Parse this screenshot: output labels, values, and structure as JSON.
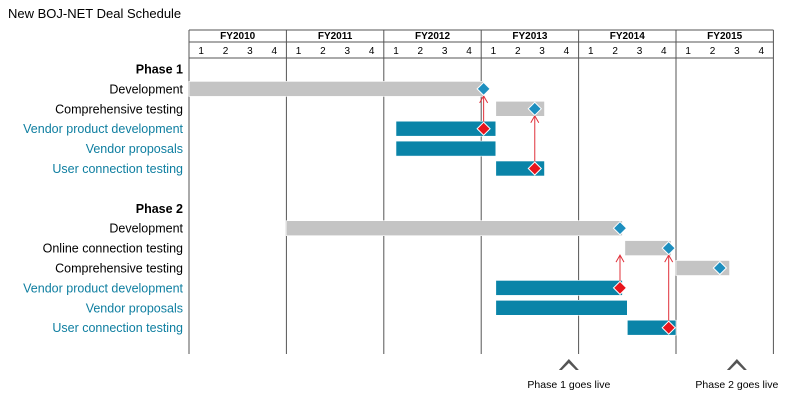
{
  "title": "New BOJ-NET Deal Schedule",
  "colors": {
    "title": "#1a1a8c",
    "phase_text": "#000000",
    "task_black": "#000000",
    "task_teal": "#0e7ea0",
    "bar_gray": "#c4c4c4",
    "bar_teal": "#0a84a8",
    "milestone_blue": "#1d8fbf",
    "milestone_red": "#e8141c",
    "arrow_red": "#e0303a",
    "grid": "#555555",
    "live_marker": "#555555"
  },
  "chart_data": {
    "type": "gantt",
    "title": "New BOJ-NET Deal Schedule",
    "fiscal_years": [
      "FY2010",
      "FY2011",
      "FY2012",
      "FY2013",
      "FY2014",
      "FY2015"
    ],
    "quarters": [
      "1",
      "2",
      "3",
      "4"
    ],
    "timeline_unit": "quarter index from FY2010 Q1 start",
    "timeline_range": [
      0,
      24
    ],
    "rows": [
      {
        "type": "phase",
        "label": "Phase 1"
      },
      {
        "type": "task",
        "label": "Development",
        "style": "black",
        "bar": "gray",
        "start": 0,
        "end": 12.1,
        "milestone": {
          "at": 12.1,
          "color": "blue"
        }
      },
      {
        "type": "task",
        "label": "Comprehensive testing",
        "style": "black",
        "bar": "gray",
        "start": 12.6,
        "end": 14.6,
        "milestone": {
          "at": 14.2,
          "color": "blue"
        }
      },
      {
        "type": "task",
        "label": "Vendor product development",
        "style": "teal",
        "bar": "teal",
        "start": 8.5,
        "end": 12.6,
        "milestone": {
          "at": 12.1,
          "color": "red"
        }
      },
      {
        "type": "task",
        "label": "Vendor proposals",
        "style": "teal",
        "bar": "teal",
        "start": 8.5,
        "end": 12.6
      },
      {
        "type": "task",
        "label": "User connection testing",
        "style": "teal",
        "bar": "teal",
        "start": 12.6,
        "end": 14.6,
        "milestone": {
          "at": 14.2,
          "color": "red"
        }
      },
      {
        "type": "spacer"
      },
      {
        "type": "phase",
        "label": "Phase 2"
      },
      {
        "type": "task",
        "label": "Development",
        "style": "black",
        "bar": "gray",
        "start": 4,
        "end": 17.8,
        "milestone": {
          "at": 17.7,
          "color": "blue"
        }
      },
      {
        "type": "task",
        "label": "Online connection testing",
        "style": "black",
        "bar": "gray",
        "start": 17.9,
        "end": 19.8,
        "milestone": {
          "at": 19.7,
          "color": "blue"
        }
      },
      {
        "type": "task",
        "label": "Comprehensive testing",
        "style": "black",
        "bar": "gray",
        "start": 20,
        "end": 22.2,
        "milestone": {
          "at": 21.8,
          "color": "blue"
        }
      },
      {
        "type": "task",
        "label": "Vendor product development",
        "style": "teal",
        "bar": "teal",
        "start": 12.6,
        "end": 17.8,
        "milestone": {
          "at": 17.7,
          "color": "red"
        }
      },
      {
        "type": "task",
        "label": "Vendor proposals",
        "style": "teal",
        "bar": "teal",
        "start": 12.6,
        "end": 18
      },
      {
        "type": "task",
        "label": "User connection testing",
        "style": "teal",
        "bar": "teal",
        "start": 18,
        "end": 20,
        "milestone": {
          "at": 19.7,
          "color": "red"
        }
      }
    ],
    "dependencies": [
      {
        "at": 12.1,
        "from_row": 3,
        "to_row": 1
      },
      {
        "at": 14.2,
        "from_row": 5,
        "to_row": 2
      },
      {
        "at": 17.7,
        "from_row": 11,
        "to_row": 9
      },
      {
        "at": 19.7,
        "from_row": 13,
        "to_row": 9
      }
    ],
    "go_live": [
      {
        "label": "Phase 1 goes live",
        "at": 15.6
      },
      {
        "label": "Phase 2 goes live",
        "at": 22.5
      }
    ]
  }
}
